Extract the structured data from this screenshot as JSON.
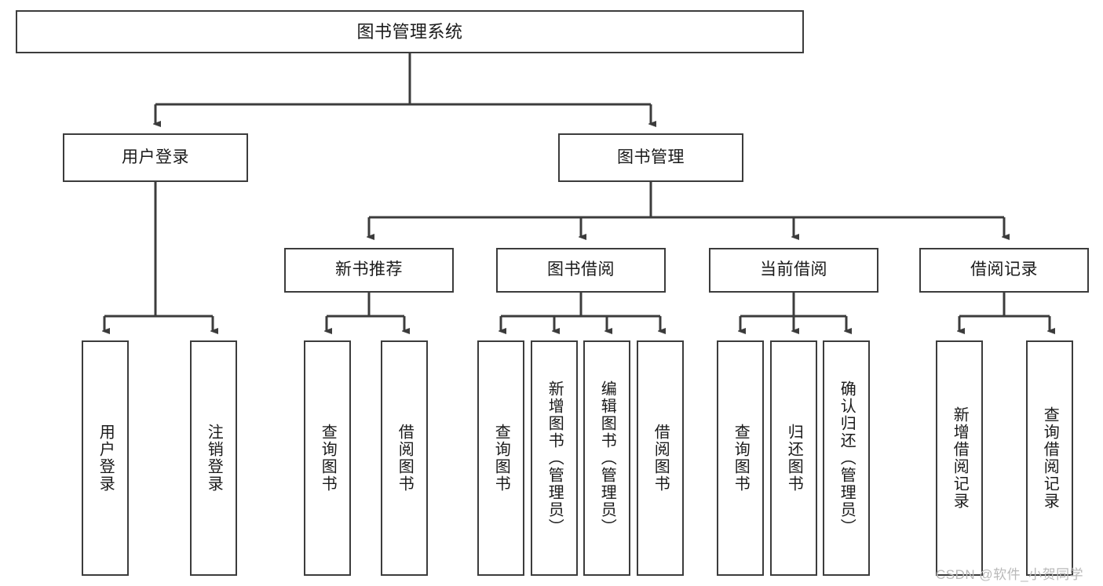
{
  "diagram": {
    "title": "图书管理系统",
    "watermark": "CSDN @软件_小贺同学",
    "colors": {
      "box_border": "#3c3c3c",
      "box_fill": "#ffffff",
      "connector": "#3c3c3c",
      "text": "#1a1a1a",
      "watermark": "#b9b9b9",
      "background": "#ffffff"
    },
    "root": {
      "label": "图书管理系统"
    },
    "level2": [
      {
        "label": "用户登录"
      },
      {
        "label": "图书管理"
      }
    ],
    "level3": [
      {
        "label": "新书推荐"
      },
      {
        "label": "图书借阅"
      },
      {
        "label": "当前借阅"
      },
      {
        "label": "借阅记录"
      }
    ],
    "leaves": {
      "user_login": [
        {
          "label": "用户登录"
        },
        {
          "label": "注销登录"
        }
      ],
      "new_book_recommend": [
        {
          "label": "查询图书"
        },
        {
          "label": "借阅图书"
        }
      ],
      "book_borrow": [
        {
          "label": "查询图书"
        },
        {
          "label": "新增图书（管理员）"
        },
        {
          "label": "编辑图书（管理员）"
        },
        {
          "label": "借阅图书"
        }
      ],
      "current_borrow": [
        {
          "label": "查询图书"
        },
        {
          "label": "归还图书"
        },
        {
          "label": "确认归还（管理员）"
        }
      ],
      "borrow_record": [
        {
          "label": "新增借阅记录"
        },
        {
          "label": "查询借阅记录"
        }
      ]
    }
  }
}
